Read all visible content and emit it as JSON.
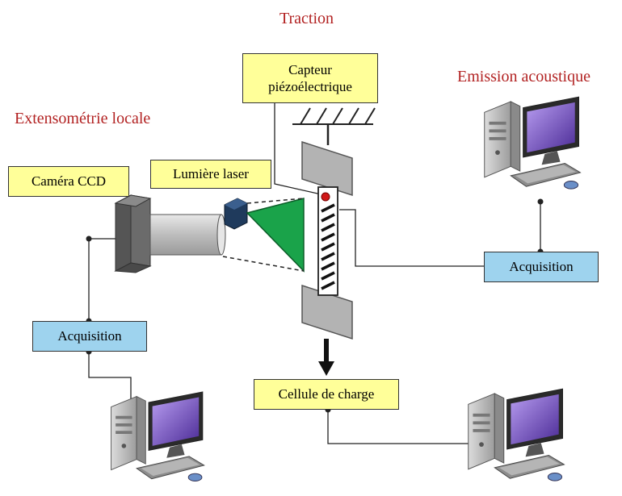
{
  "titles": {
    "traction": "Traction",
    "emission": "Emission acoustique",
    "extenso": "Extensométrie locale"
  },
  "labels": {
    "capteur_line1": "Capteur",
    "capteur_line2": "piézoélectrique",
    "camera": "Caméra CCD",
    "laser": "Lumière laser",
    "acq_left": "Acquisition",
    "acq_right": "Acquisition",
    "cellule": "Cellule de charge"
  },
  "colors": {
    "title_red": "#b22222",
    "label_yellow": "#ffff99",
    "acq_blue": "#9ed3ee",
    "laser_green": "#1aa34a",
    "laser_box": "#1f3a5c",
    "grip_gray": "#b3b3b3",
    "camera_body": "#6b6b6b",
    "monitor_purple": "#6a3fb0"
  },
  "icons": [
    "computer-icon",
    "camera-icon",
    "laser-icon",
    "arrow-down-icon",
    "sensor-dot-icon"
  ]
}
